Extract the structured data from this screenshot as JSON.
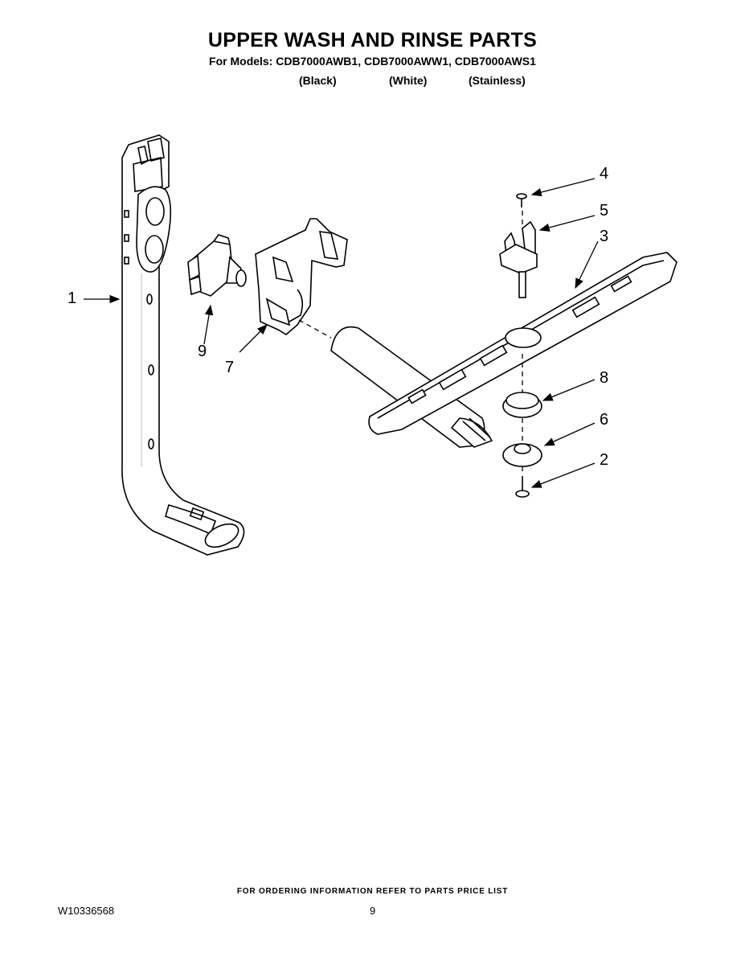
{
  "header": {
    "title": "UPPER WASH AND RINSE PARTS",
    "models_line": "For Models: CDB7000AWB1, CDB7000AWW1, CDB7000AWS1",
    "variants": [
      "(Black)",
      "(White)",
      "(Stainless)"
    ]
  },
  "callouts": [
    "1",
    "2",
    "3",
    "4",
    "5",
    "6",
    "7",
    "8",
    "9"
  ],
  "footer": {
    "ordering_note": "FOR ORDERING INFORMATION REFER TO PARTS PRICE LIST",
    "doc_number": "W10336568",
    "page_number": "9"
  },
  "colors": {
    "line": "#000000",
    "fill": "#ffffff",
    "shade": "#bdbdbd"
  }
}
